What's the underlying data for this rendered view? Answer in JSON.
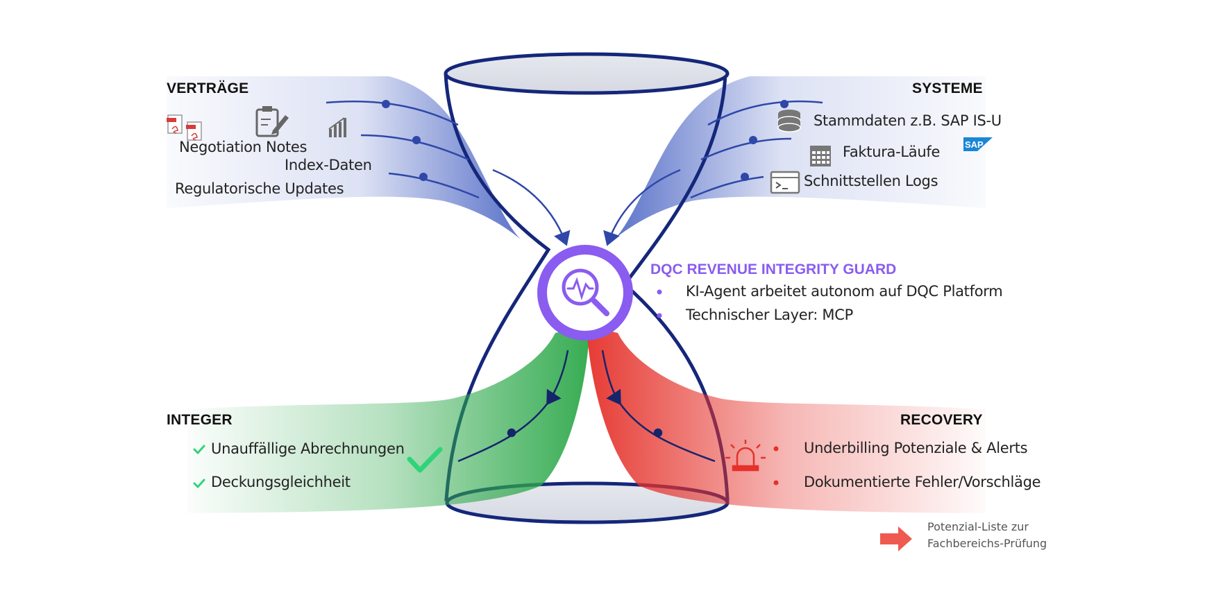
{
  "left_top": {
    "heading": "VERTRÄGE",
    "items": [
      "Negotiation Notes",
      "Index-Daten",
      "Regulatorische Updates"
    ],
    "icons": [
      "pdf-icon",
      "clipboard-edit-icon",
      "bar-chart-icon"
    ]
  },
  "right_top": {
    "heading": "SYSTEME",
    "items": [
      "Stammdaten z.B. SAP IS-U",
      "Faktura-Läufe",
      "Schnittstellen Logs"
    ],
    "sap_logo": "SAP",
    "icons": [
      "database-icon",
      "calendar-grid-icon",
      "terminal-icon"
    ]
  },
  "center": {
    "title": "DQC REVENUE INTEGRITY GUARD",
    "bullets": [
      "KI-Agent arbeitet autonom auf DQC Platform",
      "Technischer Layer: MCP"
    ],
    "icon": "magnifier-pulse-icon"
  },
  "left_bottom": {
    "heading": "INTEGER",
    "items": [
      "Unauffällige Abrechnungen",
      "Deckungsgleichheit"
    ],
    "icon": "checkmark-icon"
  },
  "right_bottom": {
    "heading": "RECOVERY",
    "items": [
      "Underbilling Potenziale & Alerts",
      "Dokumentierte Fehler/Vorschläge"
    ],
    "icon": "alarm-light-icon"
  },
  "footer_note": {
    "lines": [
      "Potenzial-Liste zur",
      "Fachbereichs-Prüfung"
    ],
    "icon": "arrow-right-icon"
  },
  "colors": {
    "blue_flow": "#3f5bc0",
    "hourglass_outline": "#15277a",
    "purple": "#8a5cf0",
    "green": "#2da84a",
    "red": "#e5312a",
    "check_green": "#2fd47a",
    "arrow_red": "#ee5a4f"
  }
}
